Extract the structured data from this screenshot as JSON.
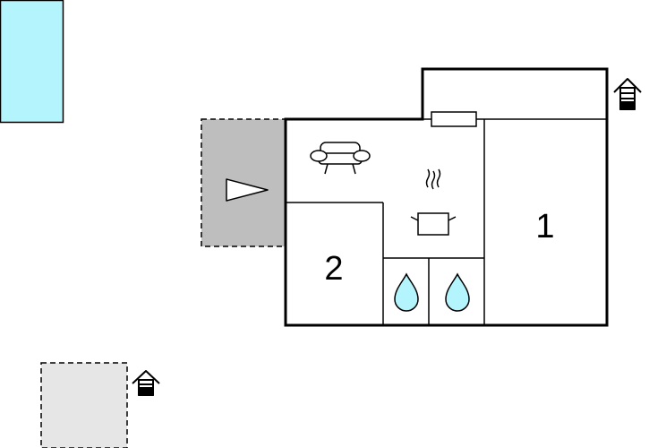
{
  "floorplan": {
    "rooms": [
      {
        "label": "1"
      },
      {
        "label": "2"
      }
    ],
    "icons": {
      "pool": "pool",
      "terrace": "terrace-play-icon",
      "sofa": "sofa-icon",
      "kitchen": "cooking-pot-icon",
      "bathroom_a": "water-drop-icon",
      "bathroom_b": "water-drop-icon",
      "house_top_right": "house-icon",
      "house_bottom_left": "house-icon"
    },
    "colors": {
      "pool": "#B4F4FC",
      "terrace": "#BEBEBE",
      "outdoor_area": "#E6E6E6",
      "water": "#B4F4FC",
      "walls": "#000000"
    }
  }
}
